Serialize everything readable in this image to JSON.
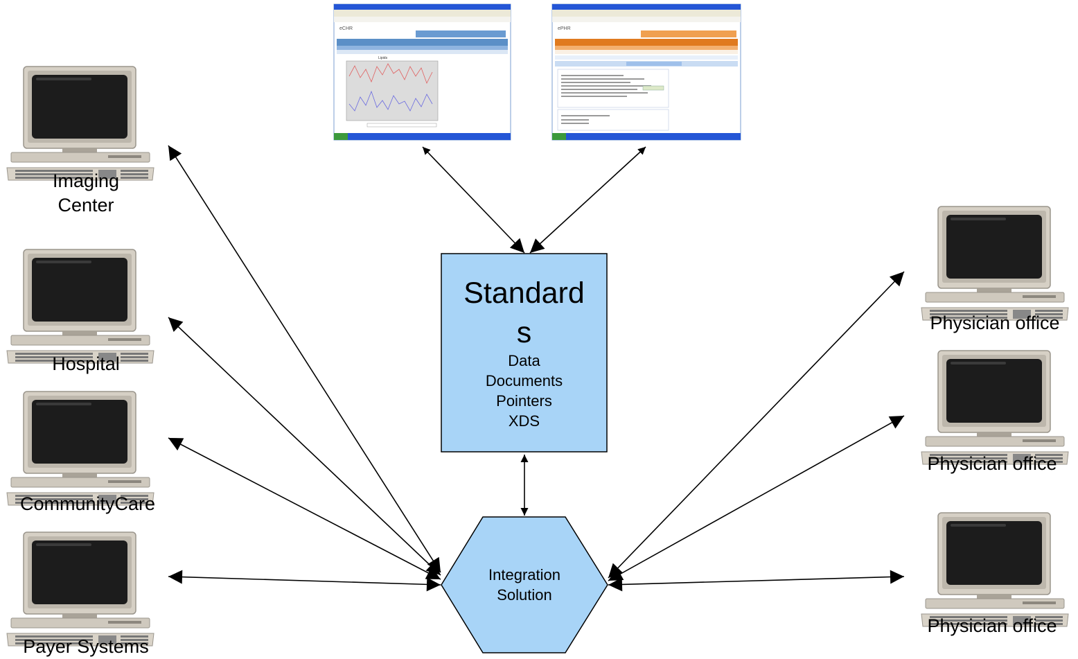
{
  "standards": {
    "title_line1": "Standard",
    "title_line2": "s",
    "items": [
      "Data",
      "Documents",
      "Pointers",
      "XDS"
    ]
  },
  "hub": {
    "line1": "Integration",
    "line2": "Solution"
  },
  "left_systems": [
    {
      "line1": "Imaging",
      "line2": "Center"
    },
    {
      "line1": "Hospital"
    },
    {
      "line1": "CommunityCare"
    },
    {
      "line1": "Payer Systems"
    }
  ],
  "right_systems": [
    {
      "line1": "Physician office"
    },
    {
      "line1": "Physician office"
    },
    {
      "line1": "Physician office"
    }
  ],
  "screenshots": {
    "ehr_logo": "eCHR",
    "phr_logo": "ePHR",
    "ehr_chart_title": "Lipids"
  },
  "colors": {
    "box_fill": "#a8d4f7",
    "stroke": "#000000",
    "ehr_header": "#5b8fc7",
    "phr_header": "#e07a1f",
    "taskbar": "#2456d6",
    "computer_beige": "#d3cdc2",
    "screen_dark": "#1a1a1a"
  }
}
